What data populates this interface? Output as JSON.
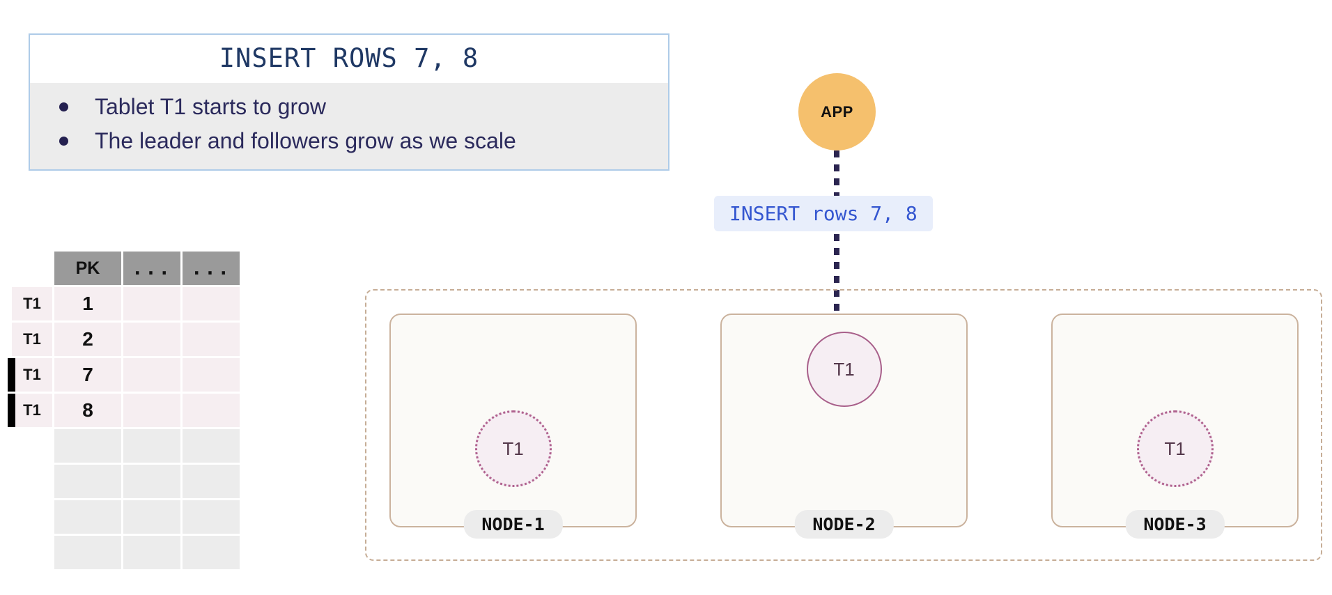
{
  "callout": {
    "title": "INSERT ROWS 7, 8",
    "bullets": [
      "Tablet T1 starts to grow",
      "The leader and followers grow as we scale"
    ],
    "border_color": "#aecbe8",
    "body_bg": "#ececec"
  },
  "table": {
    "headers": [
      "PK",
      "...",
      "..."
    ],
    "rows": [
      {
        "side": "T1",
        "pk": "1",
        "marked": false,
        "filled": true
      },
      {
        "side": "T1",
        "pk": "2",
        "marked": false,
        "filled": true
      },
      {
        "side": "T1",
        "pk": "7",
        "marked": true,
        "filled": true
      },
      {
        "side": "T1",
        "pk": "8",
        "marked": true,
        "filled": true
      },
      {
        "side": "",
        "pk": "",
        "marked": false,
        "filled": false
      },
      {
        "side": "",
        "pk": "",
        "marked": false,
        "filled": false
      },
      {
        "side": "",
        "pk": "",
        "marked": false,
        "filled": false
      },
      {
        "side": "",
        "pk": "",
        "marked": false,
        "filled": false
      }
    ],
    "header_bg": "#9a9a9a",
    "data_row_bg": "#f6eef1",
    "empty_row_bg": "#ececec"
  },
  "app": {
    "label": "APP",
    "color": "#f5c06d"
  },
  "query": {
    "label": "INSERT rows 7, 8",
    "text_color": "#3456d0",
    "bg_color": "#e8eefb"
  },
  "cluster": {
    "nodes": [
      {
        "label": "NODE-1",
        "tablet": "T1",
        "role": "follower"
      },
      {
        "label": "NODE-2",
        "tablet": "T1",
        "role": "leader"
      },
      {
        "label": "NODE-3",
        "tablet": "T1",
        "role": "follower"
      }
    ],
    "border_color": "#c6ad96",
    "node_bg": "#fbfaf7",
    "tablet_bg": "#f6eef3",
    "leader_border": "#a85f8a",
    "follower_border": "#b0628f"
  },
  "arrow": {
    "color": "#2b2550"
  }
}
